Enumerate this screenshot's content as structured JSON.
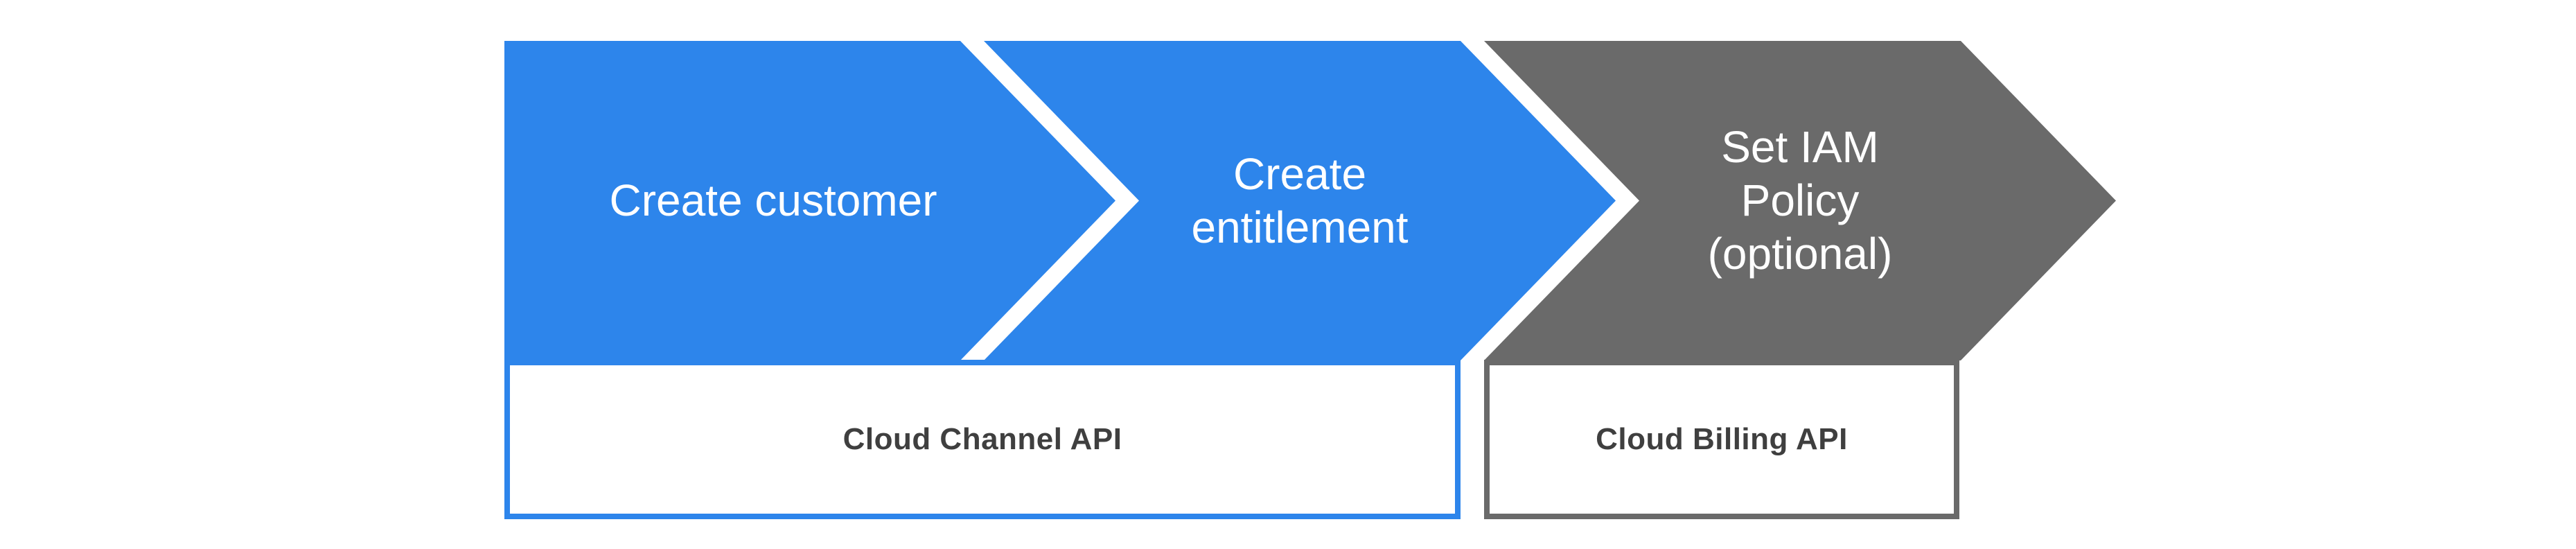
{
  "diagram": {
    "background": "#FFFFFF",
    "steps": [
      {
        "label": "Create customer",
        "fill": "#2D85EB",
        "text_color": "#FFFFFF"
      },
      {
        "label": "Create\nentitlement",
        "fill": "#2D85EB",
        "text_color": "#FFFFFF"
      },
      {
        "label": "Set IAM\nPolicy\n(optional)",
        "fill": "#6A6A6A",
        "text_color": "#FFFFFF"
      }
    ],
    "api_boxes": [
      {
        "label": "Cloud Channel API",
        "border_color": "#2D85EB",
        "fill": "#FFFFFF",
        "text_color": "#3F3F3F"
      },
      {
        "label": "Cloud Billing API",
        "border_color": "#6A6A6A",
        "fill": "#FFFFFF",
        "text_color": "#3F3F3F"
      }
    ]
  }
}
